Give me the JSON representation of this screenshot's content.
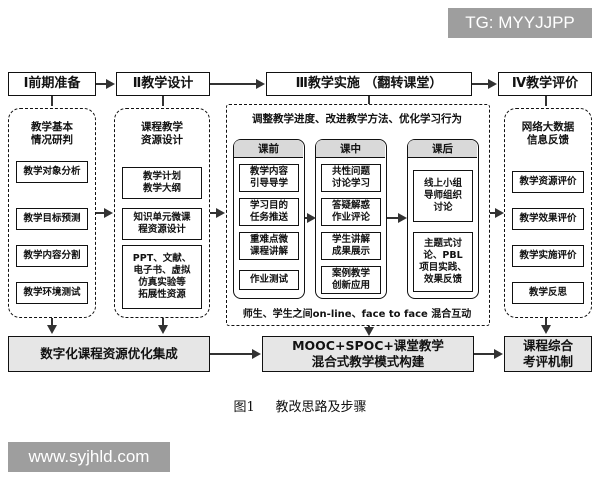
{
  "watermark_top": "TG: MYYJJPP",
  "watermark_bottom": "www.syjhld.com",
  "phases": {
    "p1": "Ⅰ前期准备",
    "p2": "Ⅱ教学设计",
    "p3": "Ⅲ教学实施 （翻转课堂）",
    "p4": "Ⅳ教学评价"
  },
  "col1": {
    "header": "教学基本\n情况研判",
    "items": [
      "教学对象分析",
      "教学目标预测",
      "教学内容分割",
      "教学环境测试"
    ]
  },
  "col2": {
    "header": "课程教学\n资源设计",
    "items": [
      "教学计划\n教学大纲",
      "知识单元微课\n程资源设计",
      "PPT、文献、\n电子书、虚拟\n仿真实验等\n拓展性资源"
    ]
  },
  "col3": {
    "top_banner": "调整教学进度、改进教学方法、优化学习行为",
    "bottom_banner": "师生、学生之间on-line、face to face 混合互动",
    "before": {
      "header": "课前",
      "items": [
        "教学内容\n引导导学",
        "学习目的\n任务推送",
        "重难点微\n课程讲解",
        "作业测试"
      ]
    },
    "during": {
      "header": "课中",
      "items": [
        "共性问题\n讨论学习",
        "答疑解惑\n作业评论",
        "学生讲解\n成果展示",
        "案例教学\n创新应用"
      ]
    },
    "after": {
      "header": "课后",
      "items": [
        "线上小组\n导师组织\n讨论",
        "主题式讨\n论、PBL\n项目实践、\n效果反馈"
      ]
    }
  },
  "col4": {
    "header": "网络大数据\n信息反馈",
    "items": [
      "教学资源评价",
      "教学效果评价",
      "教学实施评价",
      "教学反思"
    ]
  },
  "bottom": {
    "b1": "数字化课程资源优化集成",
    "b2": "MOOC+SPOC+课堂教学\n混合式教学模式构建",
    "b3": "课程综合\n考评机制"
  },
  "caption": "图1     教改思路及步骤"
}
